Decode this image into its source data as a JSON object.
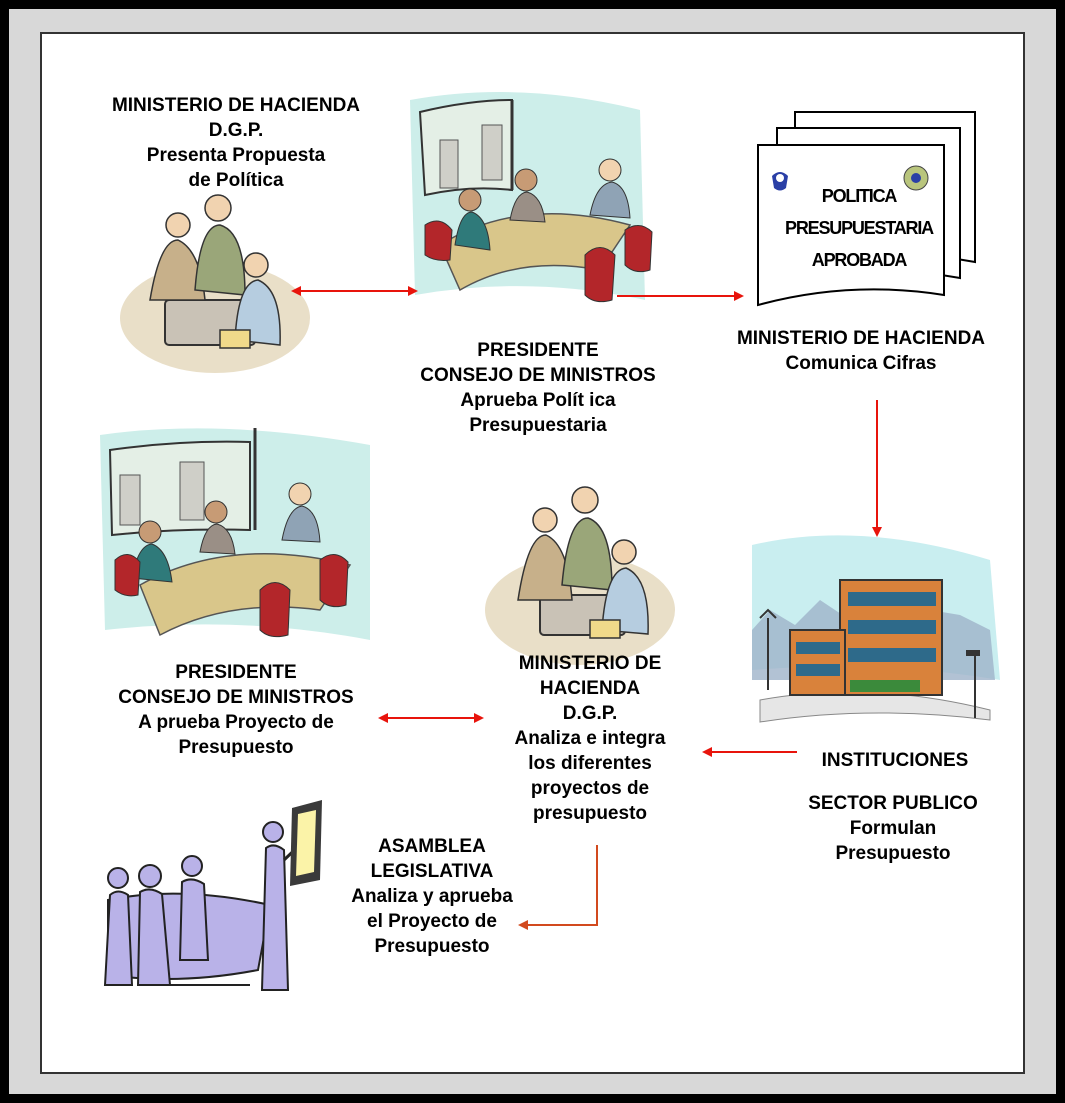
{
  "nodes": {
    "mh_propuesta": {
      "lines": [
        "MINISTERIO DE HACIENDA",
        "D.G.P.",
        "Presenta Propuesta",
        "de Política"
      ]
    },
    "presidente_aprueba_politica": {
      "lines": [
        "PRESIDENTE",
        "CONSEJO DE MINISTROS",
        "Aprueba Polít ica",
        "Presupuestaria"
      ]
    },
    "politica_document": {
      "lines": [
        "POLITICA",
        "PRESUPUESTARIA",
        "APROBADA"
      ]
    },
    "mh_comunica": {
      "lines": [
        "MINISTERIO DE HACIENDA",
        "Comunica Cifras"
      ]
    },
    "presidente_aprueba_proyecto": {
      "lines": [
        "PRESIDENTE",
        "CONSEJO DE MINISTROS",
        "A prueba Proyecto de",
        "Presupuesto"
      ]
    },
    "mh_analiza": {
      "lines": [
        "MINISTERIO DE",
        "HACIENDA",
        "D.G.P.",
        "Analiza e integra",
        "los diferentes",
        "proyectos de",
        "presupuesto"
      ]
    },
    "instituciones": {
      "lines": [
        "INSTITUCIONES"
      ]
    },
    "sector_publico": {
      "lines": [
        "SECTOR PUBLICO",
        "Formulan",
        "Presupuesto"
      ]
    },
    "asamblea": {
      "lines": [
        "ASAMBLEA",
        "LEGISLATIVA",
        "Analiza y aprueba",
        "el Proyecto de",
        "Presupuesto"
      ]
    }
  },
  "edges": [
    {
      "from": "mh_propuesta",
      "to": "presidente_aprueba_politica",
      "bidirectional": true
    },
    {
      "from": "presidente_aprueba_politica",
      "to": "politica_document",
      "bidirectional": false
    },
    {
      "from": "mh_comunica",
      "to": "instituciones",
      "bidirectional": false
    },
    {
      "from": "instituciones",
      "to": "mh_analiza",
      "bidirectional": false
    },
    {
      "from": "presidente_aprueba_proyecto",
      "to": "mh_analiza",
      "bidirectional": true
    },
    {
      "from": "mh_analiza",
      "to": "asamblea",
      "bidirectional": false
    }
  ],
  "colors": {
    "arrow": "#e8140c",
    "arrow_alt": "#d24a1e",
    "frame": "#000000",
    "background": "#ffffff"
  },
  "images": [
    "people-at-laptop-clipart",
    "meeting-room-clipart",
    "document-stack-with-seals",
    "meeting-room-clipart",
    "people-at-laptop-clipart",
    "office-building-clipart",
    "presentation-audience-clipart"
  ]
}
